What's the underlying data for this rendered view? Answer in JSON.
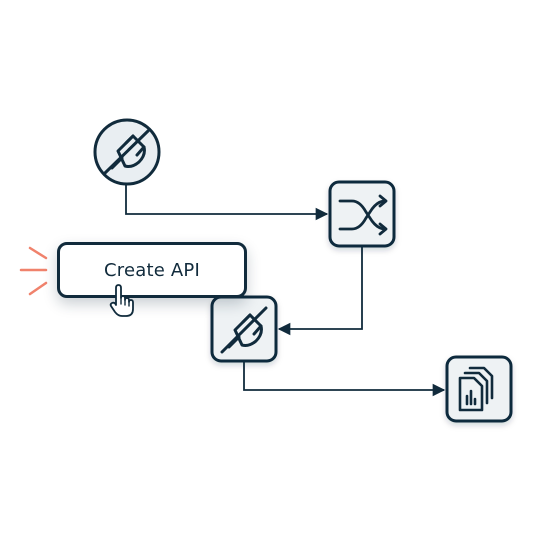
{
  "diagram": {
    "create_api_label": "Create API",
    "nodes": [
      {
        "id": "source-plug",
        "icon": "plug-icon",
        "shape": "circle"
      },
      {
        "id": "shuffle-node",
        "icon": "shuffle-icon",
        "shape": "rounded-square"
      },
      {
        "id": "connector-plug",
        "icon": "plug-icon",
        "shape": "rounded-square"
      },
      {
        "id": "report-node",
        "icon": "documents-chart-icon",
        "shape": "rounded-square"
      }
    ],
    "edges": [
      {
        "from": "source-plug",
        "to": "shuffle-node"
      },
      {
        "from": "shuffle-node",
        "to": "connector-plug"
      },
      {
        "from": "connector-plug",
        "to": "report-node"
      }
    ]
  },
  "colors": {
    "stroke": "#112b3c",
    "node_fill": "#eef2f4",
    "circle_fill": "#e9eef2",
    "accent": "#f0826c"
  }
}
